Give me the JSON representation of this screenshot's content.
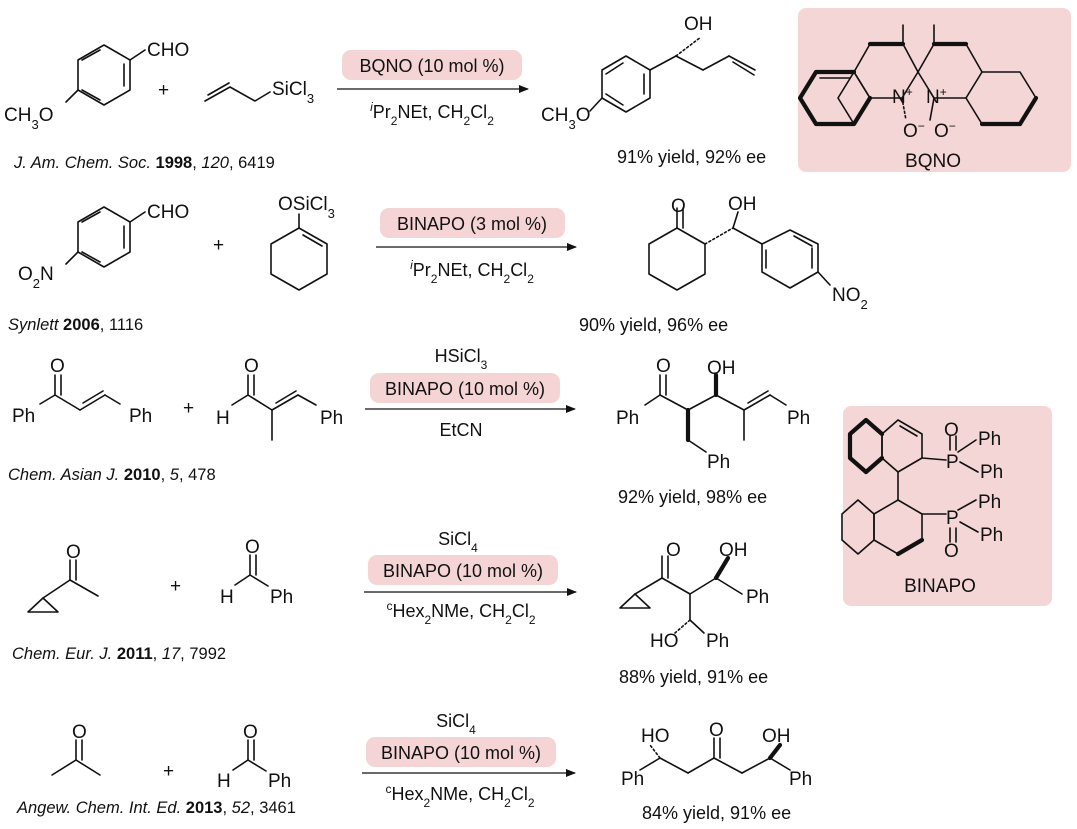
{
  "reactions": [
    {
      "reagent_top": "",
      "catalyst": "BQNO (10 mol %)",
      "conditions_html": "<tspan font-style='italic' baseline-shift='super' font-size='12'>i</tspan><tspan>Pr</tspan><tspan baseline-shift='sub' font-size='12'>2</tspan><tspan>NEt, CH</tspan><tspan baseline-shift='sub' font-size='12'>2</tspan><tspan>Cl</tspan><tspan baseline-shift='sub' font-size='12'>2</tspan>",
      "reference": {
        "journal": "J. Am. Chem. Soc.",
        "year": "1998",
        "volume": "120",
        "page": "6419"
      },
      "yield_text": "91% yield, 92% ee"
    },
    {
      "reagent_top": "",
      "catalyst": "BINAPO (3 mol %)",
      "conditions_html": "<tspan font-style='italic' baseline-shift='super' font-size='12'>i</tspan><tspan>Pr</tspan><tspan baseline-shift='sub' font-size='12'>2</tspan><tspan>NEt, CH</tspan><tspan baseline-shift='sub' font-size='12'>2</tspan><tspan>Cl</tspan><tspan baseline-shift='sub' font-size='12'>2</tspan>",
      "reference": {
        "journal": "Synlett",
        "year": "2006",
        "volume": "",
        "page": "1116"
      },
      "yield_text": "90% yield, 96% ee"
    },
    {
      "reagent_top": "HSiCl<tspan baseline-shift='sub' font-size='12'>3</tspan>",
      "catalyst": "BINAPO (10 mol %)",
      "conditions_html": "EtCN",
      "reference": {
        "journal": "Chem. Asian J.",
        "year": "2010",
        "volume": "5",
        "page": "478"
      },
      "yield_text": "92% yield, 98% ee"
    },
    {
      "reagent_top": "SiCl<tspan baseline-shift='sub' font-size='12'>4</tspan>",
      "catalyst": "BINAPO (10 mol %)",
      "conditions_html": "<tspan baseline-shift='super' font-size='12'>c</tspan><tspan>Hex</tspan><tspan baseline-shift='sub' font-size='12'>2</tspan><tspan>NMe, CH</tspan><tspan baseline-shift='sub' font-size='12'>2</tspan><tspan>Cl</tspan><tspan baseline-shift='sub' font-size='12'>2</tspan>",
      "reference": {
        "journal": "Chem. Eur. J.",
        "year": "2011",
        "volume": "17",
        "page": "7992"
      },
      "yield_text": "88% yield, 91% ee"
    },
    {
      "reagent_top": "SiCl<tspan baseline-shift='sub' font-size='12'>4</tspan>",
      "catalyst": "BINAPO (10 mol %)",
      "conditions_html": "<tspan baseline-shift='super' font-size='12'>c</tspan><tspan>Hex</tspan><tspan baseline-shift='sub' font-size='12'>2</tspan><tspan>NMe, CH</tspan><tspan baseline-shift='sub' font-size='12'>2</tspan><tspan>Cl</tspan><tspan baseline-shift='sub' font-size='12'>2</tspan>",
      "reference": {
        "journal": "Angew. Chem. Int. Ed.",
        "year": "2013",
        "volume": "52",
        "page": "3461"
      },
      "yield_text": "84% yield, 91% ee"
    }
  ],
  "catalysts": {
    "bqno_name": "BQNO",
    "binapo_name": "BINAPO"
  },
  "atoms": {
    "cho": "CHO",
    "ch3o": "CH<tspan baseline-shift='sub' font-size='13'>3</tspan>O",
    "sicl3": "SiCl<tspan baseline-shift='sub' font-size='13'>3</tspan>",
    "osicl3": "OSiCl<tspan baseline-shift='sub' font-size='13'>3</tspan>",
    "o2n": "O<tspan baseline-shift='sub' font-size='13'>2</tspan>N",
    "no2": "NO<tspan baseline-shift='sub' font-size='13'>2</tspan>",
    "oh": "OH",
    "ho": "HO",
    "o": "O",
    "h": "H",
    "ph": "Ph",
    "p": "P",
    "n_plus": "N<tspan baseline-shift='super' font-size='12'>+</tspan>",
    "o_minus": "O<tspan baseline-shift='super' font-size='12'>−</tspan>",
    "plus": "+"
  },
  "colors": {
    "highlight": "#f4d4d4",
    "panel": "#f4d6d6",
    "ink": "#111111"
  }
}
